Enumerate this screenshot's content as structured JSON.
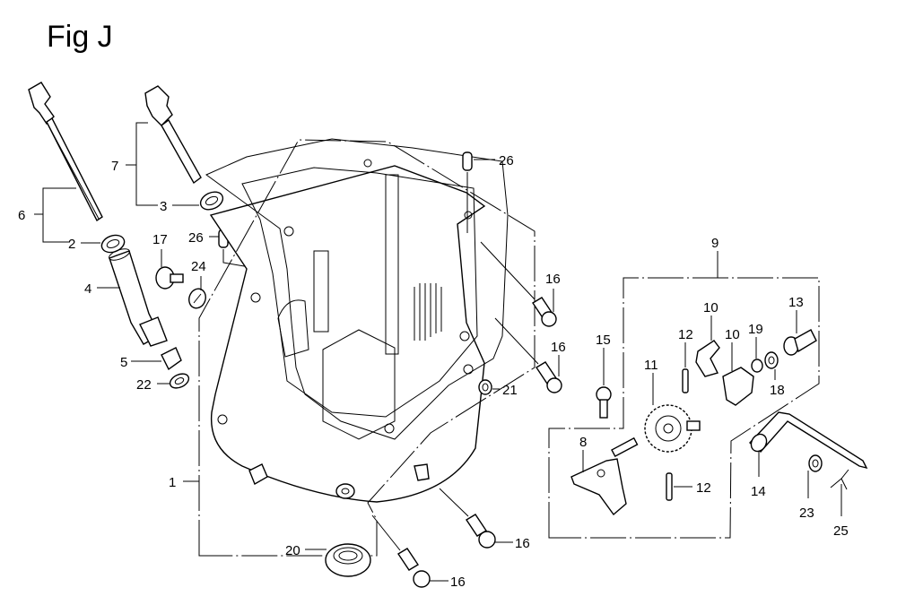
{
  "figure": {
    "title": "Fig J"
  },
  "callouts": {
    "c1": "1",
    "c2": "2",
    "c3": "3",
    "c4": "4",
    "c5": "5",
    "c6": "6",
    "c7": "7",
    "c8": "8",
    "c9": "9",
    "c10a": "10",
    "c10b": "10",
    "c11": "11",
    "c12a": "12",
    "c12b": "12",
    "c13": "13",
    "c14": "14",
    "c15": "15",
    "c16a": "16",
    "c16b": "16",
    "c16c": "16",
    "c16d": "16",
    "c17": "17",
    "c18": "18",
    "c19": "19",
    "c20": "20",
    "c21": "21",
    "c22": "22",
    "c23": "23",
    "c24": "24",
    "c25": "25",
    "c26a": "26",
    "c26b": "26"
  }
}
